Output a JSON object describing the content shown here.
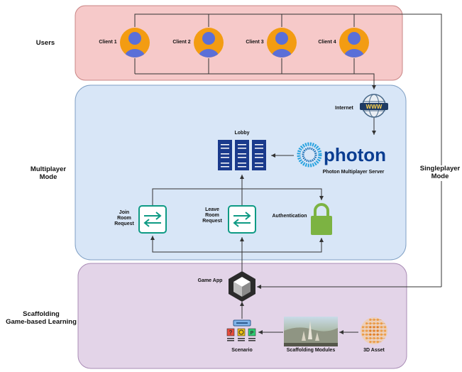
{
  "sections": {
    "users": "Users",
    "multiplayer": "Multiplayer\nMode",
    "scaffolding": "Scaffolding\nGame-based Learning",
    "singleplayer": "Singleplayer\nMode"
  },
  "clients": [
    "Client 1",
    "Client 2",
    "Client 3",
    "Client 4"
  ],
  "nodes": {
    "internet": "Internet",
    "www": "WWW",
    "lobby": "Lobby",
    "photon_logo": "photon",
    "photon_server": "Photon Multiplayer Server",
    "join_room": "Join\nRoom\nRequest",
    "leave_room": "Leave\nRoom\nRequest",
    "authentication": "Authentication",
    "game_app": "Game App",
    "scenario": "Scenario",
    "scaffolding_modules": "Scaffolding Modules",
    "asset_3d": "3D Asset"
  },
  "colors": {
    "users_bg": "#f6c9c9",
    "users_border": "#c98585",
    "multi_bg": "#d8e6f7",
    "multi_border": "#7f9fc4",
    "scaffold_bg": "#e3d4e8",
    "scaffold_border": "#a98bb5",
    "avatar_ring": "#f39c12",
    "avatar_body": "#5a6fd8",
    "server_blue": "#1a3a8c",
    "teal": "#0e9a84",
    "lock_green": "#7cb342"
  }
}
